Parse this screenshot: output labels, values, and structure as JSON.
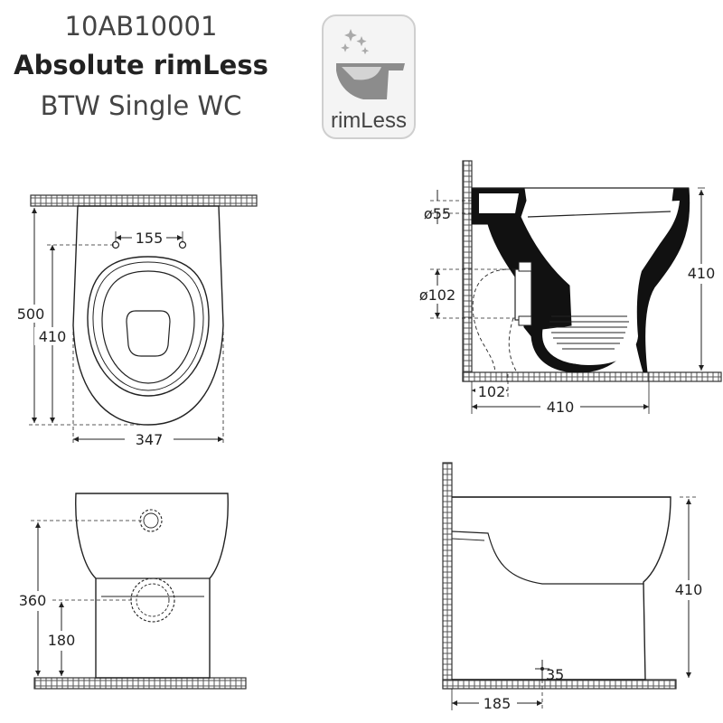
{
  "header": {
    "code": "10AB10001",
    "name": "Absolute rimLess",
    "subtitle": "BTW Single WC"
  },
  "badge": {
    "icon": "rimless-toilet-icon",
    "label": "rimLess"
  },
  "views": {
    "top": {
      "dims": {
        "depth_total": "500",
        "depth_bowl": "410",
        "width": "347",
        "hole_spacing": "155"
      }
    },
    "side_section": {
      "dims": {
        "inlet_diameter": "ø55",
        "outlet_diameter": "ø102",
        "height": "410",
        "outlet_offset": "102",
        "depth": "410"
      }
    },
    "front": {
      "dims": {
        "inlet_height": "360",
        "outlet_height": "180"
      }
    },
    "side": {
      "dims": {
        "height": "410",
        "outlet_distance": "185",
        "fixing_height": "35"
      }
    }
  }
}
